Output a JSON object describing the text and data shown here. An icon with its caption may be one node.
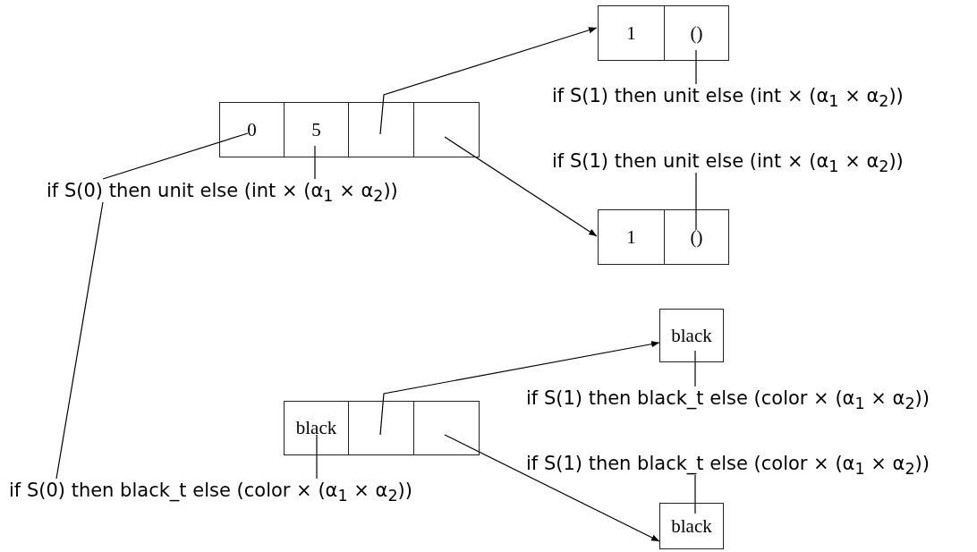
{
  "diagram": {
    "nodes": [
      {
        "text": [
          "0"
        ]
      },
      {
        "text": [
          "5"
        ]
      },
      {
        "text": [],
        "shape": "box"
      },
      {
        "text": [],
        "shape": "box"
      },
      {
        "text": [
          "1"
        ]
      },
      {
        "text": [
          "()"
        ]
      },
      {
        "text": [
          "1"
        ]
      },
      {
        "text": [
          "()"
        ]
      },
      {
        "text": [
          "black"
        ]
      },
      {
        "text": [],
        "shape": "box"
      },
      {
        "text": [],
        "shape": "box"
      },
      {
        "text": [
          "black"
        ]
      },
      {
        "text": [
          "black"
        ]
      },
      {
        "text": [
          "if S(0) then unit else (int × (α$_{1}$ × α$_{2}$))"
        ]
      },
      {
        "text": [
          "if S(1) then unit else (int × (α$_{1}$ × α$_{2}$))"
        ]
      },
      {
        "text": [
          "if S(1) then unit else (int × (α$_{1}$ × α$_{2}$))"
        ]
      },
      {
        "text": [
          "if S(0) then black_t else (color × (α$_{1}$ × α$_{2}$))"
        ]
      },
      {
        "text": [
          "if S(1) then black_t else (color × (α$_{1}$ × α$_{2}$))"
        ]
      },
      {
        "text": [
          "if S(1) then black_t else (color × (α$_{1}$ × α$_{2}$))"
        ]
      }
    ],
    "edges": [
      {
        "from": 2,
        "to": 4,
        "arrow": "to"
      },
      {
        "from": 3,
        "to": 6,
        "arrow": "to"
      },
      {
        "from": 9,
        "to": 11,
        "arrow": "to"
      },
      {
        "from": 10,
        "to": 12,
        "arrow": "to"
      },
      {
        "from": 0,
        "to": 13,
        "arrow": "none"
      },
      {
        "from": 1,
        "to": 13,
        "arrow": "none"
      },
      {
        "from": 5,
        "to": 14,
        "arrow": "none"
      },
      {
        "from": 7,
        "to": 15,
        "arrow": "none"
      },
      {
        "from": 13,
        "to": 16,
        "arrow": "none"
      },
      {
        "from": 8,
        "to": 16,
        "arrow": "none"
      },
      {
        "from": 11,
        "to": 17,
        "arrow": "none"
      },
      {
        "from": 12,
        "to": 18,
        "arrow": "none"
      }
    ]
  }
}
